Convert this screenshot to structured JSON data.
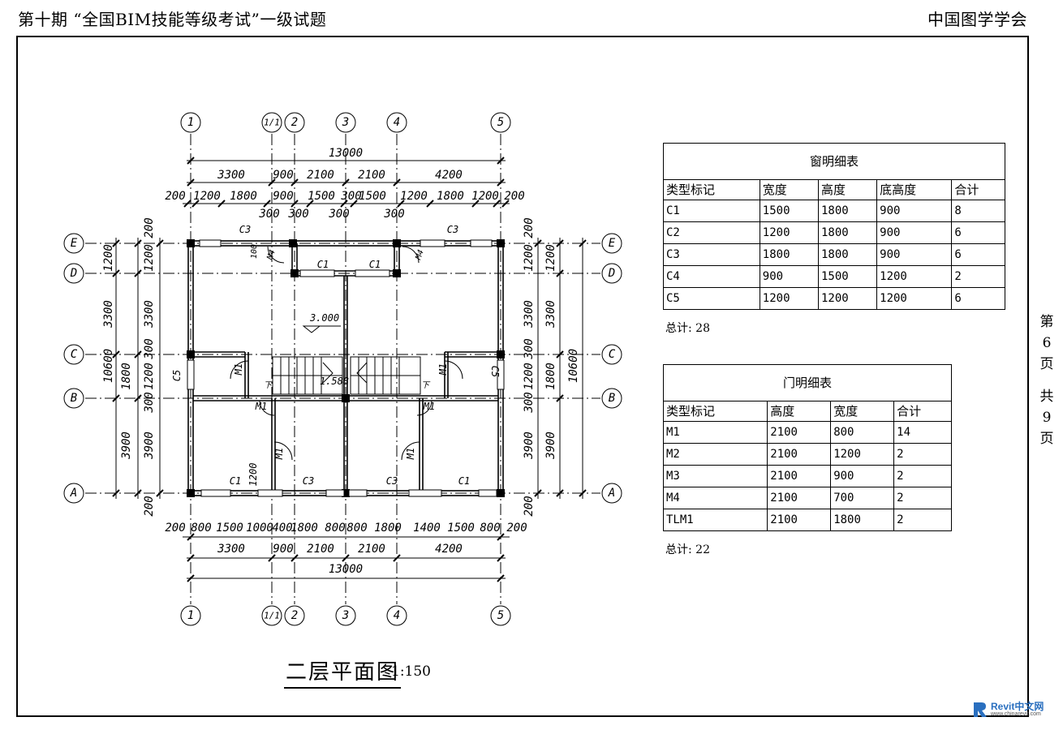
{
  "header": {
    "left": "第十期 “全国BIM技能等级考试”一级试题",
    "right": "中国图学学会"
  },
  "page_side": [
    "第",
    "6",
    "页",
    "共",
    "9",
    "页"
  ],
  "plan": {
    "title": "二层平面图",
    "scale": "1:150",
    "grid_cols": [
      "1",
      "1/1",
      "2",
      "3",
      "4",
      "5"
    ],
    "grid_rows": [
      "E",
      "D",
      "C",
      "B",
      "A"
    ],
    "dims_top_total": "13000",
    "dims_top_axis": [
      "3300",
      "900",
      "2100",
      "2100",
      "4200"
    ],
    "dims_top_detail": [
      "200",
      "1200",
      "1800",
      "900",
      "1500",
      "300",
      "1500",
      "1200",
      "1800",
      "1200",
      "200"
    ],
    "dims_top_sub": [
      "300",
      "300",
      "300",
      "300"
    ],
    "dims_bottom_detail": [
      "200",
      "800",
      "1500",
      "1000",
      "400",
      "1800",
      "800",
      "800",
      "1800",
      "1400",
      "1500",
      "800",
      "200"
    ],
    "dims_bottom_axis": [
      "3300",
      "900",
      "2100",
      "2100",
      "4200"
    ],
    "dims_bottom_total": "13000",
    "dims_left_total": "10600",
    "dims_left_axis": [
      "1200",
      "3300",
      "1800",
      "3900"
    ],
    "dims_left_detail": [
      "200",
      "1200",
      "3300",
      "300",
      "1200",
      "300",
      "3900",
      "200"
    ],
    "dims_right_total": "10600",
    "dims_right_axis": [
      "1200",
      "3300",
      "1800",
      "3900"
    ],
    "dims_right_detail": [
      "200",
      "1200",
      "3300",
      "300",
      "1200",
      "300",
      "3900",
      "200"
    ],
    "labels": {
      "c3_top_left": "C3",
      "c3_top_right": "C3",
      "c1_mid_left": "C1",
      "c1_mid_right": "C1",
      "m4_left": "M4",
      "m4_right": "M4",
      "dim_100": "100",
      "level": "3.000",
      "c5_left": "C5",
      "c5_right": "C5",
      "m1_a": "M1",
      "m1_b": "M1",
      "m1_c": "M1",
      "m1_d": "M1",
      "m1_e": "M1",
      "m1_f": "M1",
      "stair_level": "1.588",
      "up_l": "下",
      "up_r": "下",
      "c1_bl": "C1",
      "c3_bl": "C3",
      "c3_br": "C3",
      "c1_br": "C1",
      "dim_1200": "1200"
    }
  },
  "window_schedule": {
    "title": "窗明细表",
    "headers": [
      "类型标记",
      "宽度",
      "高度",
      "底高度",
      "合计"
    ],
    "rows": [
      [
        "C1",
        "1500",
        "1800",
        "900",
        "8"
      ],
      [
        "C2",
        "1200",
        "1800",
        "900",
        "6"
      ],
      [
        "C3",
        "1800",
        "1800",
        "900",
        "6"
      ],
      [
        "C4",
        "900",
        "1500",
        "1200",
        "2"
      ],
      [
        "C5",
        "1200",
        "1200",
        "1200",
        "6"
      ]
    ],
    "total": "总计: 28"
  },
  "door_schedule": {
    "title": "门明细表",
    "headers": [
      "类型标记",
      "高度",
      "宽度",
      "合计"
    ],
    "rows": [
      [
        "M1",
        "2100",
        "800",
        "14"
      ],
      [
        "M2",
        "2100",
        "1200",
        "2"
      ],
      [
        "M3",
        "2100",
        "900",
        "2"
      ],
      [
        "M4",
        "2100",
        "700",
        "2"
      ],
      [
        "TLM1",
        "2100",
        "1800",
        "2"
      ]
    ],
    "total": "总计: 22"
  },
  "watermark": {
    "text": "Revit中文网",
    "url": "www.chinarevit.com"
  }
}
